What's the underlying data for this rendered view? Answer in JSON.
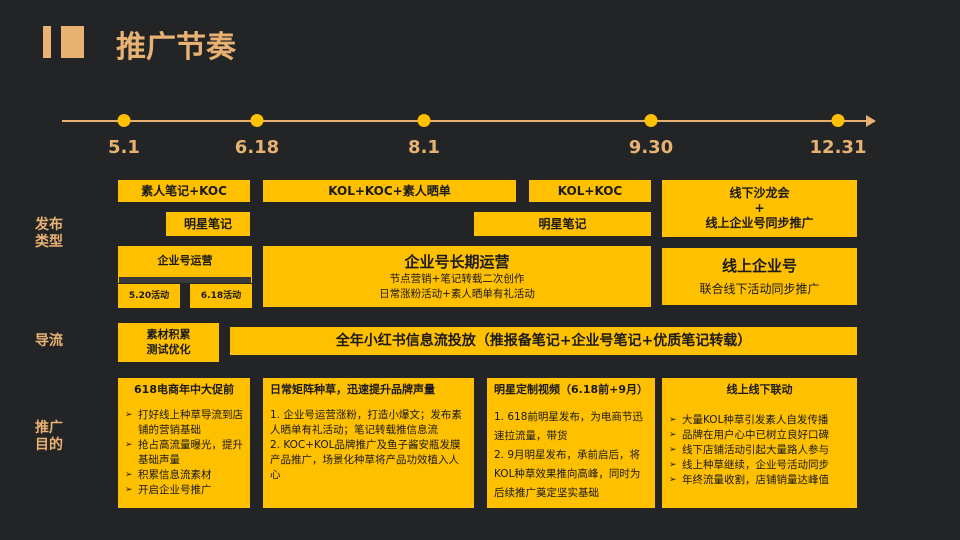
{
  "title": "推广节奏",
  "colors": {
    "accent": "#FFC000",
    "title": "#E8B273",
    "background": "#232426"
  },
  "timeline": {
    "dates": [
      "5.1",
      "6.18",
      "8.1",
      "9.30",
      "12.31"
    ]
  },
  "row_labels": {
    "publish": "发布\n类型",
    "traffic": "导流",
    "purpose": "推广\n目的"
  },
  "publish": {
    "b1": "素人笔记+KOC",
    "b2": "KOL+KOC+素人晒单",
    "b3": "KOL+KOC",
    "b4_line1": "线下沙龙会",
    "b4_line2": "+",
    "b4_line3": "线上企业号同步推广",
    "star1": "明星笔记",
    "star2": "明星笔记",
    "ent_ops": "企业号运营",
    "act520": "5.20活动",
    "act618": "6.18活动",
    "long_title": "企业号长期运营",
    "long_l1": "节点营销+笔记转载二次创作",
    "long_l2": "日常涨粉活动+素人晒单有礼活动",
    "online_title": "线上企业号",
    "online_sub": "联合线下活动同步推广"
  },
  "traffic": {
    "material_l1": "素材积累",
    "material_l2": "测试优化",
    "feed": "全年小红书信息流投放（推报备笔记+企业号笔记+优质笔记转载）"
  },
  "purpose": [
    {
      "title": "618电商年中大促前",
      "items": [
        "打好线上种草导流到店铺的营销基础",
        "抢占高流量曝光，提升基础声量",
        "积累信息流素材",
        "开启企业号推广"
      ]
    },
    {
      "title": "日常矩阵种草，迅速提升品牌声量",
      "paras": [
        "1. 企业号运营涨粉，打造小爆文；发布素人晒单有礼活动；笔记转载推信息流",
        "2. KOC+KOL品牌推广及鱼子酱安瓶发膜产品推广，场景化种草将产品功效植入人心"
      ]
    },
    {
      "title": "明星定制视频（6.18前+9月）",
      "paras": [
        "1. 618前明星发布，为电商节迅速拉流量，带货",
        "2. 9月明星发布，承前启后，将KOL种草效果推向高峰，同时为后续推广奠定坚实基础"
      ]
    },
    {
      "title": "线上线下联动",
      "items": [
        "大量KOL种草引发素人自发传播",
        "品牌在用户心中已树立良好口碑",
        "线下店铺活动引起大量路人参与",
        "线上种草继续，企业号活动同步",
        "年终流量收割，店铺销量达峰值"
      ]
    }
  ]
}
